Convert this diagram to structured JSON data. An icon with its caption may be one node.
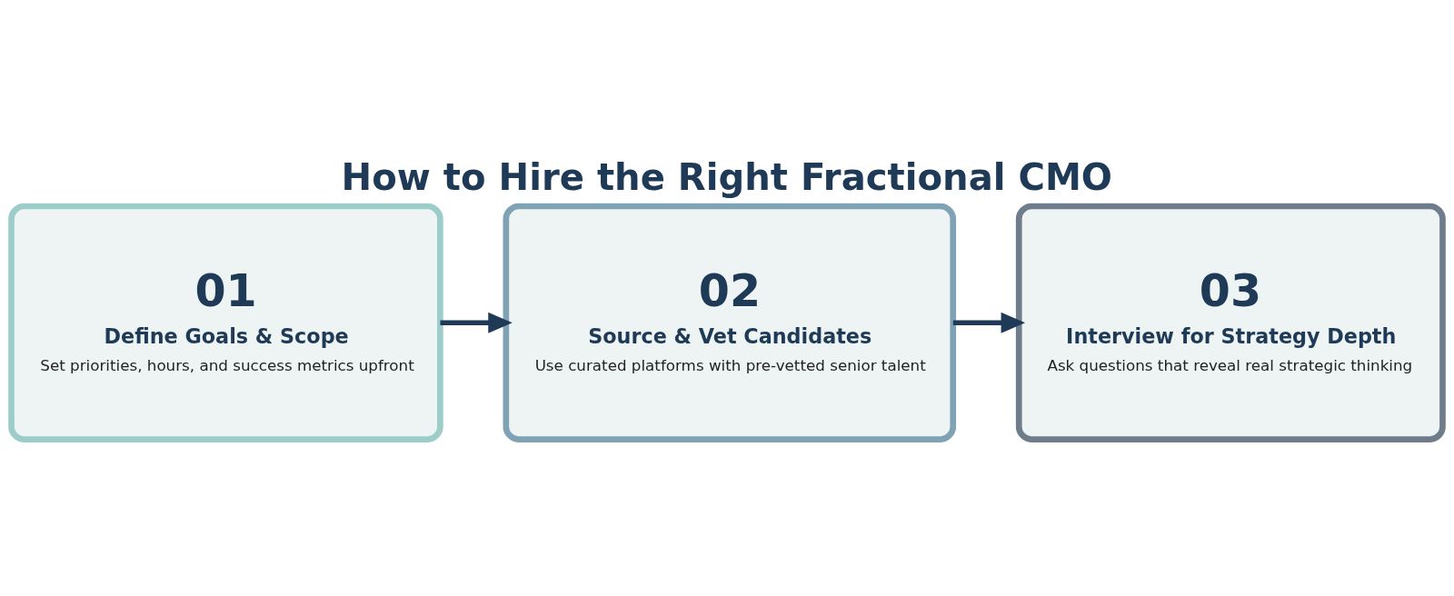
{
  "diagram": {
    "title": "How to Hire the Right Fractional CMO",
    "nodes": [
      {
        "text": [
          "01",
          "Define Goals & Scope",
          "Set priorities, hours, and success metrics upfront"
        ]
      },
      {
        "text": [
          "02",
          "Source & Vet Candidates",
          "Use curated platforms with pre-vetted senior talent"
        ]
      },
      {
        "text": [
          "03",
          "Interview for Strategy Depth",
          "Ask questions that reveal real strategic thinking"
        ]
      }
    ],
    "edges": [
      {
        "from": 0,
        "to": 1,
        "arrow": "to"
      },
      {
        "from": 1,
        "to": 2,
        "arrow": "to"
      }
    ]
  }
}
